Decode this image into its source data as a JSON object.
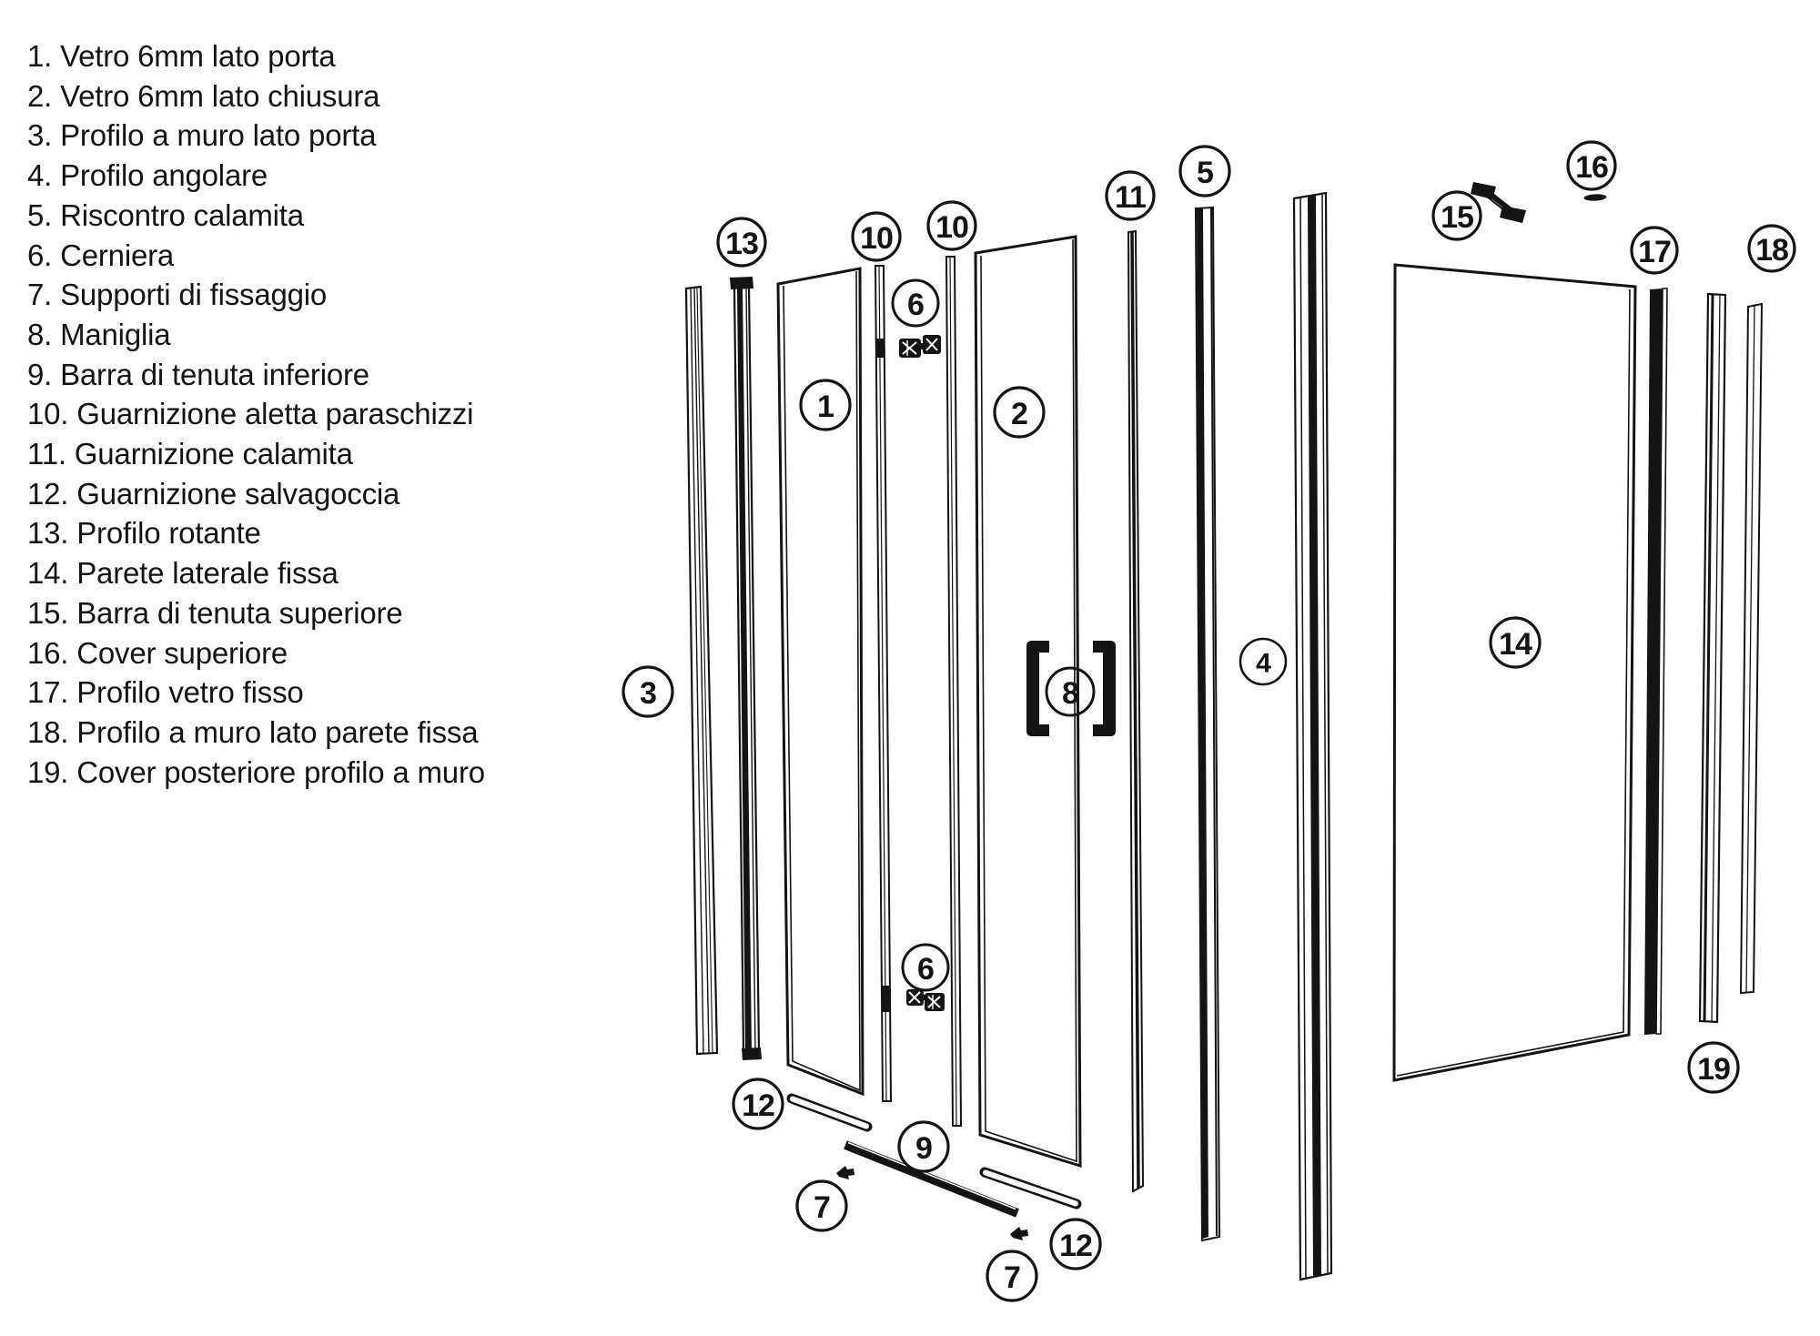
{
  "parts_list": {
    "items": [
      {
        "text": "1. Vetro 6mm lato porta"
      },
      {
        "text": "2. Vetro 6mm lato chiusura"
      },
      {
        "text": "3. Profilo a muro lato porta"
      },
      {
        "text": "4. Profilo angolare"
      },
      {
        "text": "5. Riscontro calamita"
      },
      {
        "text": "6. Cerniera"
      },
      {
        "text": "7. Supporti di fissaggio"
      },
      {
        "text": "8. Maniglia"
      },
      {
        "text": "9. Barra di tenuta inferiore"
      },
      {
        "text": "10. Guarnizione aletta paraschizzi"
      },
      {
        "text": "11. Guarnizione calamita"
      },
      {
        "text": "12. Guarnizione salvagoccia"
      },
      {
        "text": "13. Profilo rotante"
      },
      {
        "text": "14. Parete laterale fissa"
      },
      {
        "text": "15. Barra di tenuta superiore"
      },
      {
        "text": "16. Cover superiore"
      },
      {
        "text": "17. Profilo vetro fisso"
      },
      {
        "text": "18. Profilo a muro lato parete fissa"
      },
      {
        "text": "19. Cover posteriore profilo a muro"
      }
    ]
  },
  "diagram": {
    "callouts": [
      {
        "label": "3"
      },
      {
        "label": "13"
      },
      {
        "label": "1"
      },
      {
        "label": "10"
      },
      {
        "label": "6"
      },
      {
        "label": "10"
      },
      {
        "label": "2"
      },
      {
        "label": "11"
      },
      {
        "label": "5"
      },
      {
        "label": "8"
      },
      {
        "label": "4"
      },
      {
        "label": "15"
      },
      {
        "label": "16"
      },
      {
        "label": "14"
      },
      {
        "label": "17"
      },
      {
        "label": "18"
      },
      {
        "label": "6"
      },
      {
        "label": "12"
      },
      {
        "label": "9"
      },
      {
        "label": "7"
      },
      {
        "label": "7"
      },
      {
        "label": "12"
      },
      {
        "label": "19"
      }
    ]
  },
  "colors": {
    "ink": "#141414",
    "background": "#ffffff"
  }
}
